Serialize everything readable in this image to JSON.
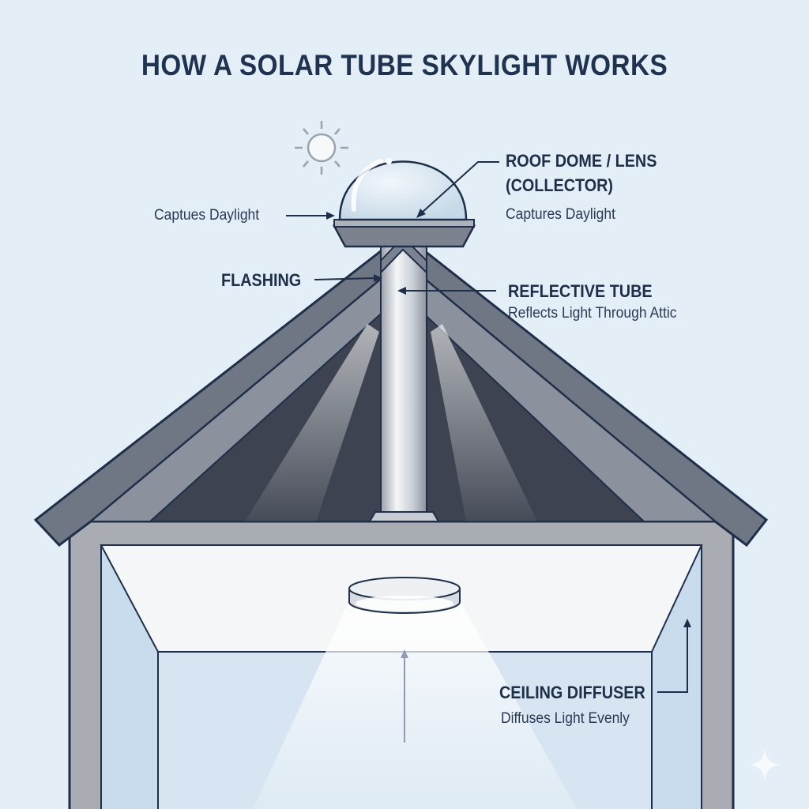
{
  "title": "HOW A SOLAR TUBE SKYLIGHT WORKS",
  "labels": {
    "dome_left_caption": "Captues Daylight",
    "dome_title_line1": "ROOF DOME / LENS",
    "dome_title_line2": "(COLLECTOR)",
    "dome_caption": "Captures Daylight",
    "flashing": "FLASHING",
    "tube_title": "REFLECTIVE TUBE",
    "tube_caption": "Reflects Light Through Attic",
    "diffuser_title": "CEILING DIFFUSER",
    "diffuser_caption": "Diffuses Light Evenly"
  },
  "colors": {
    "text": "#1f2f4a",
    "roof": "#6f7785",
    "attic": "#3d4350",
    "background": "#e3eef7"
  }
}
